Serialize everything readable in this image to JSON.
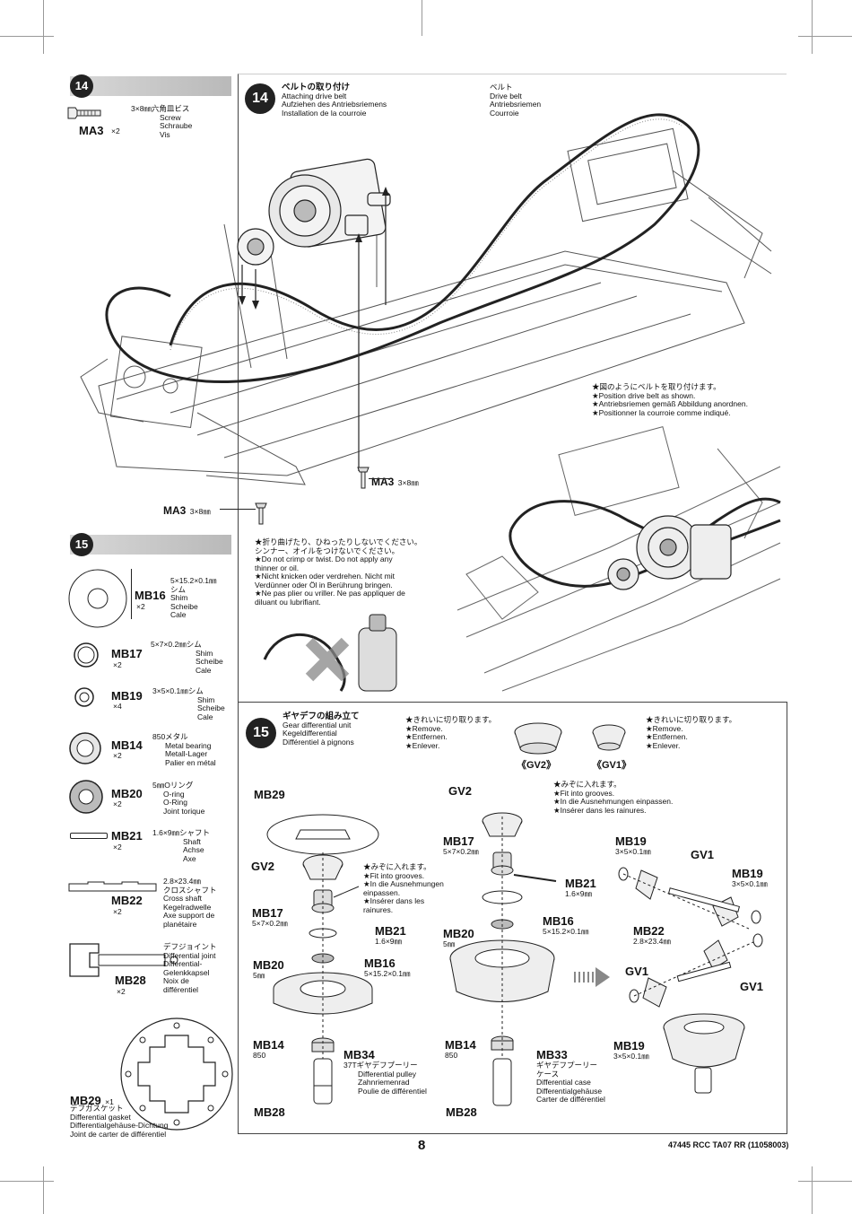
{
  "step14": {
    "number": "14",
    "sidebar": {
      "part_code": "MA3",
      "qty": "×2",
      "desc": [
        "3×8㎜六角皿ビス",
        "Screw",
        "Schraube",
        "Vis"
      ]
    },
    "header": [
      "ベルトの取り付け",
      "Attaching drive belt",
      "Aufziehen des Antriebsriemens",
      "Installation de la courroie"
    ],
    "belt_label": [
      "ベルト",
      "Drive belt",
      "Antriebsriemen",
      "Courroie"
    ],
    "screw_label_a": {
      "code": "MA3",
      "size": "3×8㎜"
    },
    "screw_label_b": {
      "code": "MA3",
      "size": "3×8㎜"
    },
    "note": [
      "★図のようにベルトを取り付けます。",
      "★Position drive belt as shown.",
      "★Antriebsriemen gemäß Abbildung anordnen.",
      "★Positionner la courroie comme indiqué."
    ]
  },
  "step15": {
    "number": "15",
    "parts": [
      {
        "code": "MB16",
        "qty": "×2",
        "desc": [
          "5×15.2×0.1㎜",
          "シム",
          "Shim",
          "Scheibe",
          "Cale"
        ]
      },
      {
        "code": "MB17",
        "qty": "×2",
        "desc": [
          "5×7×0.2㎜シム",
          "Shim",
          "Scheibe",
          "Cale"
        ]
      },
      {
        "code": "MB19",
        "qty": "×4",
        "desc": [
          "3×5×0.1㎜シム",
          "Shim",
          "Scheibe",
          "Cale"
        ]
      },
      {
        "code": "MB14",
        "qty": "×2",
        "desc": [
          "850メタル",
          "Metal bearing",
          "Metall-Lager",
          "Palier en métal"
        ]
      },
      {
        "code": "MB20",
        "qty": "×2",
        "desc": [
          "5㎜Oリング",
          "O-ring",
          "O-Ring",
          "Joint torique"
        ]
      },
      {
        "code": "MB21",
        "qty": "×2",
        "desc": [
          "1.6×9㎜シャフト",
          "Shaft",
          "Achse",
          "Axe"
        ]
      },
      {
        "code": "MB22",
        "qty": "×2",
        "desc": [
          "2.8×23.4㎜",
          "クロスシャフト",
          "Cross shaft",
          "Kegelradwelle",
          "Axe support de",
          "planétaire"
        ]
      },
      {
        "code": "MB28",
        "qty": "×2",
        "desc": [
          "デフジョイント",
          "Differential joint",
          "Differential-",
          "Gelenkkapsel",
          "Noix de",
          "différentiel"
        ]
      },
      {
        "code": "MB29",
        "qty": "×1",
        "desc": [
          "デフガスケット",
          "Differential gasket",
          "Differentialgehäuse-Dichtung",
          "Joint de carter de différentiel"
        ]
      }
    ],
    "caution": [
      "★折り曲げたり、ひねったりしないでください。",
      "シンナー、オイルをつけないでください。",
      "★Do not crimp or twist. Do not apply any",
      "thinner or oil.",
      "★Nicht knicken oder verdrehen. Nicht mit",
      "Verdünner oder Öl in Berührung bringen.",
      "★Ne pas plier ou vriller. Ne pas appliquer de",
      "diluant ou lubrifiant."
    ],
    "header": [
      "ギヤデフの組み立て",
      "Gear differential unit",
      "Kegeldifferential",
      "Différentiel à pignons"
    ],
    "remove_left": [
      "★きれいに切り取ります。",
      "★Remove.",
      "★Entfernen.",
      "★Enlever."
    ],
    "remove_right": [
      "★きれいに切り取ります。",
      "★Remove.",
      "★Entfernen.",
      "★Enlever."
    ],
    "gv2_tag": "《GV2》",
    "gv1_tag": "《GV1》",
    "fit_grooves_top": [
      "★みぞに入れます。",
      "★Fit into grooves.",
      "★In die Ausnehmungen einpassen.",
      "★Insérer dans les rainures."
    ],
    "fit_grooves_left": [
      "★みぞに入れます。",
      "★Fit into grooves.",
      "★In die Ausnehmungen",
      "einpassen.",
      "★Insérer dans les",
      "rainures."
    ],
    "col1": {
      "mb29": "MB29",
      "gv2": "GV2",
      "mb17": "MB17",
      "mb17_size": "5×7×0.2㎜",
      "mb21": "MB21",
      "mb21_size": "1.6×9㎜",
      "mb20": "MB20",
      "mb20_size": "5㎜",
      "mb16": "MB16",
      "mb16_size": "5×15.2×0.1㎜",
      "mb14": "MB14",
      "mb14_size": "850",
      "mb34": "MB34",
      "mb34_desc": [
        "37Tギヤデフプーリー",
        "Differential pulley",
        "Zahnriemenrad",
        "Poulie de différentiel"
      ],
      "mb28": "MB28"
    },
    "col2": {
      "gv2": "GV2",
      "mb17": "MB17",
      "mb17_size": "5×7×0.2㎜",
      "mb21": "MB21",
      "mb21_size": "1.6×9㎜",
      "mb16": "MB16",
      "mb16_size": "5×15.2×0.1㎜",
      "mb20": "MB20",
      "mb20_size": "5㎜",
      "mb14": "MB14",
      "mb14_size": "850",
      "mb33": "MB33",
      "mb33_desc": [
        "ギヤデフプーリー",
        "ケース",
        "Differential case",
        "Differentialgehäuse",
        "Carter de différentiel"
      ],
      "mb28": "MB28"
    },
    "col3": {
      "mb19_top": "MB19",
      "mb19_top_size": "3×5×0.1㎜",
      "gv1_top": "GV1",
      "mb19_right": "MB19",
      "mb19_right_size": "3×5×0.1㎜",
      "mb22": "MB22",
      "mb22_size": "2.8×23.4㎜",
      "gv1_left": "GV1",
      "gv1_right": "GV1",
      "mb19_bottom": "MB19",
      "mb19_bottom_size": "3×5×0.1㎜"
    }
  },
  "footer": {
    "page_number": "8",
    "code": "47445 RCC TA07 RR (11058003)"
  }
}
